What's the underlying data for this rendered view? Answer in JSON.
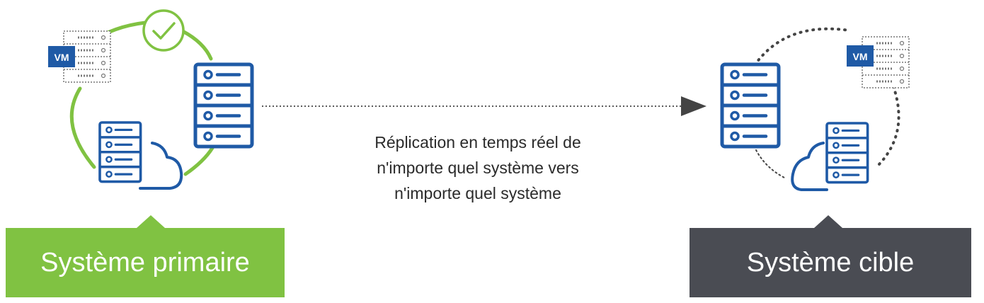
{
  "caption": {
    "line1": "Réplication en temps réel de",
    "line2": "n'importe quel système vers",
    "line3": "n'importe quel système"
  },
  "primary": {
    "label": "Système primaire",
    "vm_label": "VM"
  },
  "target": {
    "label": "Système cible",
    "vm_label": "VM"
  },
  "colors": {
    "accent_green": "#80c242",
    "server_blue": "#1f5aa6",
    "dark_gray": "#4a4c53",
    "dotted_gray": "#555555"
  },
  "icons": [
    "check-icon",
    "server-icon",
    "cloud-icon",
    "vm-icon",
    "arrow-head-icon"
  ]
}
